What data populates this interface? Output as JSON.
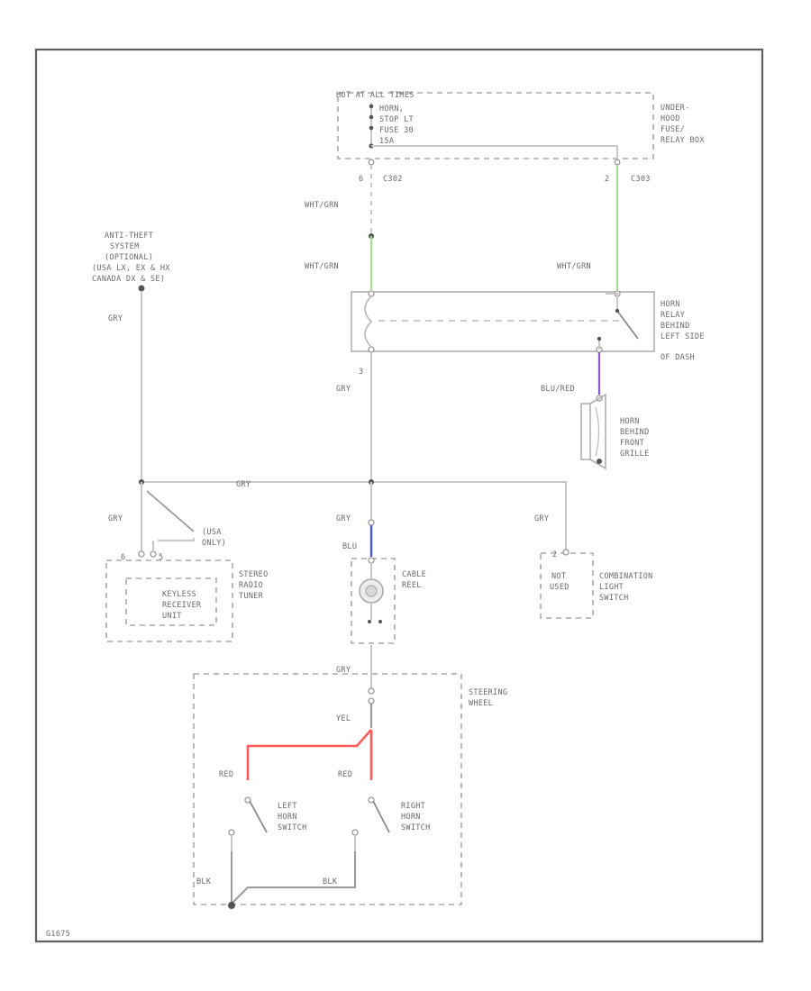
{
  "colors": {
    "wire_default": "#c8c8c8",
    "wire_green": "#9fe08a",
    "wire_blue": "#4a55e8",
    "wire_violet": "#8a55d8",
    "wire_red": "#ff5a5a",
    "frame": "#606060"
  },
  "fuse_box": {
    "title": "HOT AT ALL TIMES",
    "line1": "HORN,",
    "line2": "STOP LT",
    "line3": "FUSE 30",
    "line4": "15A",
    "name_l1": "UNDER-",
    "name_l2": "HOOD",
    "name_l3": "FUSE/",
    "name_l4": "RELAY BOX",
    "conn_left_pin": "6",
    "conn_left": "C302",
    "conn_right_pin": "2",
    "conn_right": "C303"
  },
  "wires": {
    "wht_grn_1": "WHT/GRN",
    "wht_grn_2": "WHT/GRN",
    "wht_grn_3": "WHT/GRN",
    "gry_relay": "GRY",
    "blu_red": "BLU/RED",
    "gry_antitheft": "GRY",
    "gry_bus": "GRY",
    "gry_stereo": "GRY",
    "gry_cable": "GRY",
    "gry_combo": "GRY",
    "blu": "BLU",
    "gry_steer": "GRY",
    "yel": "YEL",
    "red_left": "RED",
    "red_right": "RED",
    "blk_left": "BLK",
    "blk_right": "BLK"
  },
  "antitheft": {
    "l1": "ANTI-THEFT",
    "l2": "SYSTEM",
    "l3": "(OPTIONAL)",
    "l4": "(USA LX, EX & HX",
    "l5": "CANADA DX & SE)"
  },
  "relay": {
    "pin": "3",
    "l1": "HORN",
    "l2": "RELAY",
    "l3": "BEHIND",
    "l4": "LEFT SIDE",
    "l5": "OF DASH"
  },
  "horn": {
    "l1": "HORN",
    "l2": "BEHIND",
    "l3": "FRONT",
    "l4": "GRILLE"
  },
  "stereo": {
    "usa_l1": "(USA",
    "usa_l2": "ONLY)",
    "pin_left": "6",
    "pin_right": "5",
    "keyless_l1": "KEYLESS",
    "keyless_l2": "RECEIVER",
    "keyless_l3": "UNIT",
    "name_l1": "STEREO",
    "name_l2": "RADIO",
    "name_l3": "TUNER"
  },
  "cable_reel": {
    "l1": "CABLE",
    "l2": "REEL"
  },
  "combination": {
    "pin": "2",
    "inner_l1": "NOT",
    "inner_l2": "USED",
    "l1": "COMBINATION",
    "l2": "LIGHT",
    "l3": "SWITCH"
  },
  "steering": {
    "l1": "STEERING",
    "l2": "WHEEL",
    "left_l1": "LEFT",
    "left_l2": "HORN",
    "left_l3": "SWITCH",
    "right_l1": "RIGHT",
    "right_l2": "HORN",
    "right_l3": "SWITCH"
  },
  "footer": {
    "code": "G1675"
  }
}
